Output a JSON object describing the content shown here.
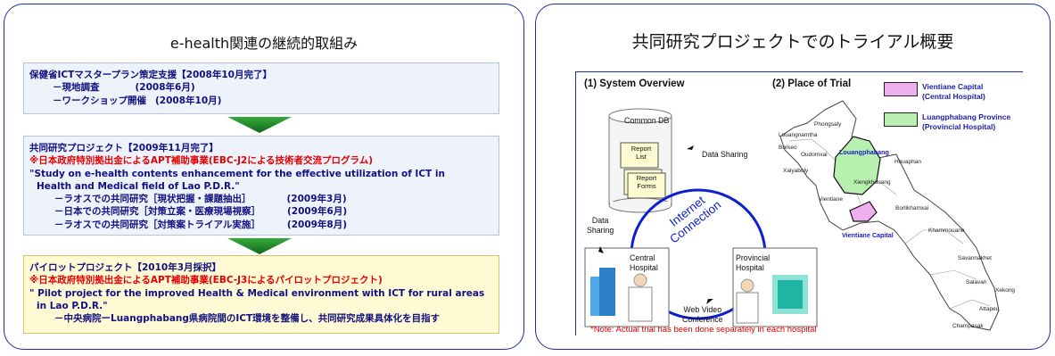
{
  "left": {
    "title": "e-health関連の継続的取組み",
    "box1": {
      "line1": "保健省ICTマスタープラン策定支援【2008年10月完了】",
      "item1": {
        "label": "－現地調査",
        "date": "(2008年6月)"
      },
      "item2": {
        "label": "－ワークショップ開催",
        "date": "(2008年10月)"
      }
    },
    "box2": {
      "line1": "共同研究プロジェクト【2009年11月完了】",
      "line2": "※日本政府特別拠出金によるAPT補助事業(EBC-J2による技術者交流プログラム)",
      "line3": "\"Study on e-health contents enhancement for the effective utilization of ICT in",
      "line4": "Health and Medical field of Lao P.D.R.\"",
      "item1": {
        "label": "－ラオスでの共同研究［現状把握・課題抽出］",
        "date": "(2009年3月)"
      },
      "item2": {
        "label": "－日本での共同研究［対策立案・医療現場視察］",
        "date": "(2009年6月)"
      },
      "item3": {
        "label": "－ラオスでの共同研究［対策案トライアル実施］",
        "date": "(2009年8月)"
      }
    },
    "box3": {
      "line1": "パイロットプロジェクト【2010年3月採択】",
      "line2": "※日本政府特別拠出金によるAPT補助事業(EBC-J3によるパイロットプロジェクト)",
      "line3": "\" Pilot project for the improved Health & Medical environment with ICT for rural areas",
      "line4": "in Lao P.D.R.\"",
      "line5": "－中央病院ーLuangphabang県病院間のICT環境を整備し、共同研究成果具体化を目指す"
    }
  },
  "right": {
    "title": "共同研究プロジェクトでのトライアル概要",
    "system": {
      "section_label": "(1) System Overview",
      "db_label": "Common DB",
      "report_list": [
        "Report",
        "List"
      ],
      "report_forms": [
        "Report",
        "Forms"
      ],
      "data_sharing_top": "Data Sharing",
      "data_sharing_left": [
        "Data",
        "Sharing"
      ],
      "internet": [
        "Internet",
        "Connection"
      ],
      "central": [
        "Central",
        "Hospital"
      ],
      "provincial": [
        "Provincial",
        "Hospital"
      ],
      "web_video": [
        "Web Video",
        "Conference"
      ],
      "note": "*Note: Actual trial has been done separately in each hospital"
    },
    "map": {
      "section_label": "(2) Place of Trial",
      "legend": [
        {
          "lines": [
            "Vientiane Capital",
            "(Central Hospital)"
          ],
          "color": "#f0b0f0"
        },
        {
          "lines": [
            "Luangphabang Province",
            "(Provincial Hospital)"
          ],
          "color": "#b8f0b0"
        }
      ],
      "provinces": {
        "phongsaly": "Phongsaly",
        "luangnamtha": "Louangnamtha",
        "bokeo": "Borkeo",
        "oudomxai": "Oudomxai",
        "xayabuly": "Xaiyabuly",
        "huaphan": "Houaphan",
        "xiengkhouang": "Xiengkhouang",
        "vientiane": "Vientiane",
        "borikhamxai": "Borlikhamxai",
        "khammouane": "Khammouane",
        "savannakhet": "Savannakhet",
        "salavan": "Salavan",
        "xekong": "Xekong",
        "attapeu": "Attapeu",
        "champasak": "Champasak"
      },
      "luangphabang": "Louangphabang",
      "vientiane_capital": "Vientiane Capital"
    }
  }
}
